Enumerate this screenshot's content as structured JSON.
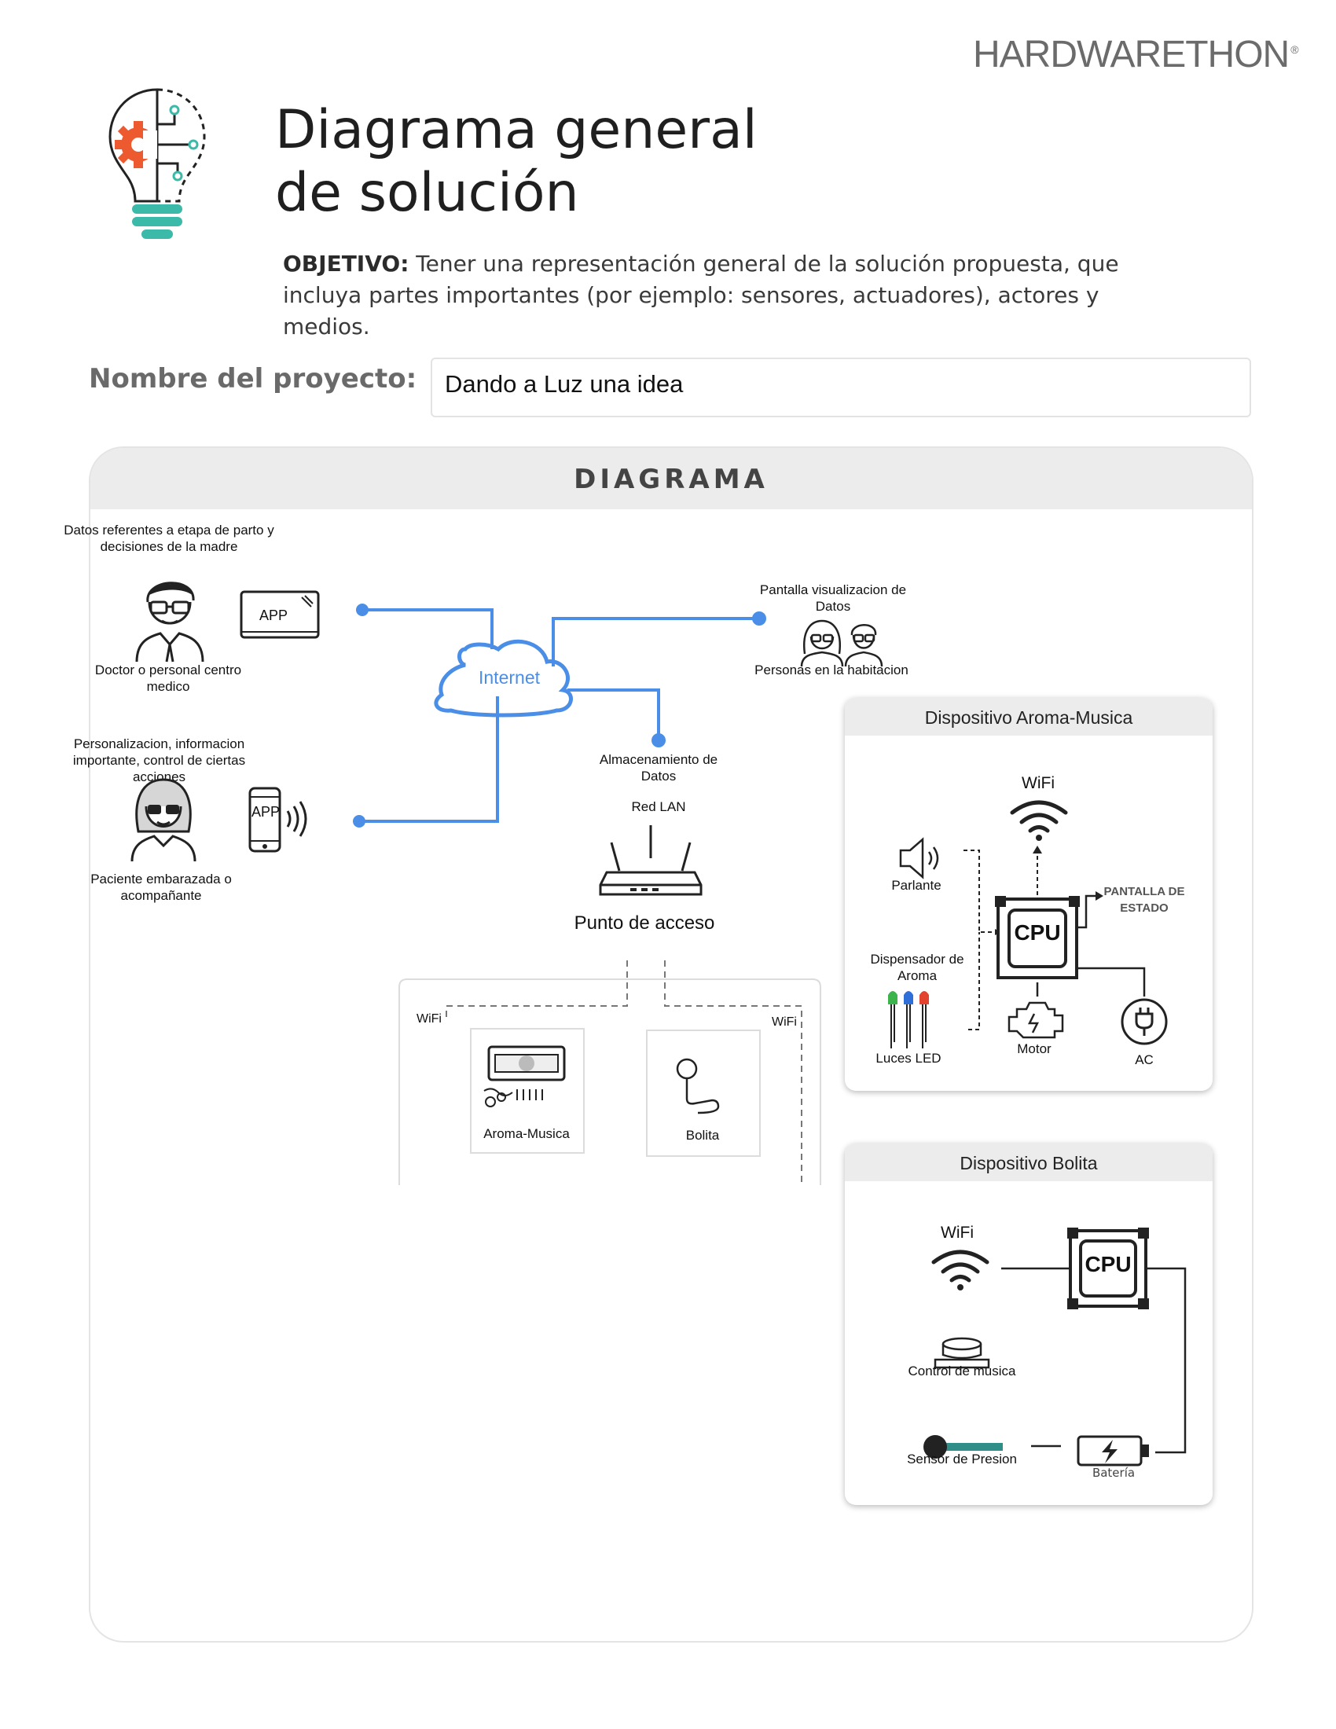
{
  "brand": "HARDWARETHON",
  "brand_mark": "®",
  "header": {
    "title_line1": "Diagrama general",
    "title_line2": "de solución",
    "objective_label": "OBJETIVO:",
    "objective_text": "Tener una representación general de la solución propuesta, que incluya partes importantes (por ejemplo: sensores, actuadores), actores y medios."
  },
  "project": {
    "label": "Nombre del proyecto:",
    "value": "Dando a Luz una idea"
  },
  "diagram": {
    "heading": "DIAGRAMA",
    "doctor": {
      "note": "Datos referentes a etapa de parto y decisiones de la madre",
      "app": "APP",
      "label": "Doctor o personal centro medico"
    },
    "patient": {
      "note": "Personalizacion, informacion importante, control de ciertas acciones",
      "app": "APP",
      "label": "Paciente embarazada o acompañante"
    },
    "cloud": "Internet",
    "screen": {
      "label": "Pantalla visualizacion de Datos",
      "people": "Personas en la habitacion"
    },
    "storage": {
      "label": "Almacenamiento de Datos",
      "lan": "Red LAN"
    },
    "access_point": "Punto de acceso",
    "network": {
      "wifi_left": "WiFi",
      "wifi_right": "WiFi",
      "device1": "Aroma-Musica",
      "device2": "Bolita"
    },
    "aroma_device": {
      "title": "Dispositivo Aroma-Musica",
      "wifi": "WiFi",
      "speaker": "Parlante",
      "status_screen": "PANTALLA DE ESTADO",
      "cpu": "CPU",
      "dispenser": "Dispensador de Aroma",
      "leds": "Luces LED",
      "motor": "Motor",
      "ac": "AC"
    },
    "bolita_device": {
      "title": "Dispositivo Bolita",
      "wifi": "WiFi",
      "cpu": "CPU",
      "music_control": "Control de musica",
      "pressure_sensor": "Sensor de Presion",
      "battery": "Batería"
    }
  },
  "colors": {
    "network_line": "#4a8ee8",
    "gear": "#ee5a2f",
    "bulb_base": "#3bb9a9",
    "led_green": "#3cb44b",
    "led_blue": "#2f6fd8",
    "led_red": "#e2442f",
    "sensor_strip": "#2f8f88"
  }
}
